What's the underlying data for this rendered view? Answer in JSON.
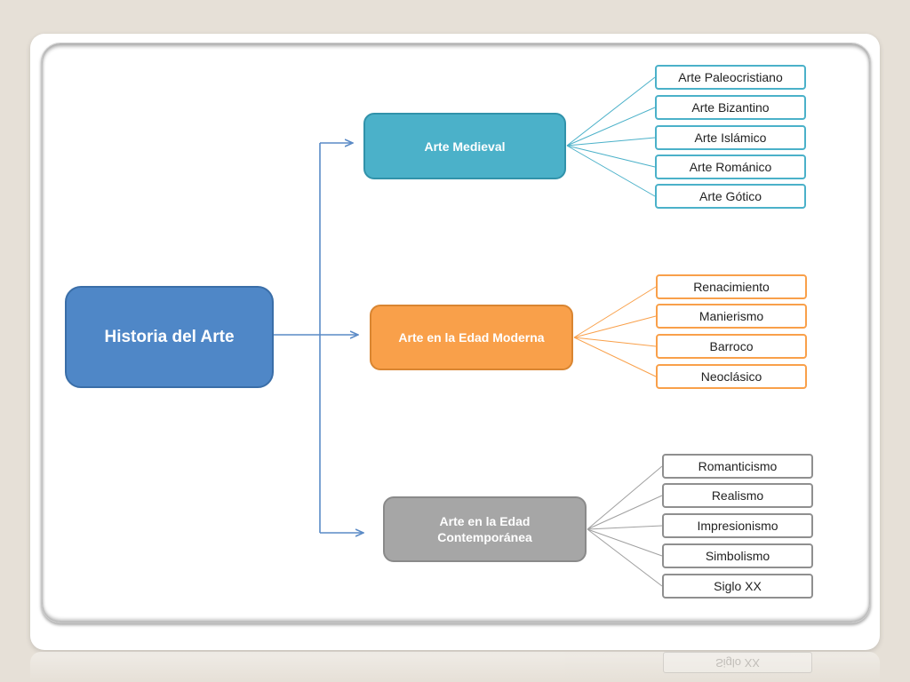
{
  "diagram": {
    "root": {
      "label": "Historia del Arte"
    },
    "branches": [
      {
        "label": "Arte Medieval",
        "color": "#4bb1c9",
        "items": [
          "Arte Paleocristiano",
          "Arte Bizantino",
          "Arte Islámico",
          "Arte Románico",
          "Arte Gótico"
        ]
      },
      {
        "label": "Arte en la Edad Moderna",
        "color": "#f9a04a",
        "items": [
          "Renacimiento",
          "Manierismo",
          "Barroco",
          "Neoclásico"
        ]
      },
      {
        "label": "Arte en la Edad Contemporánea",
        "color": "#a6a6a6",
        "items": [
          "Romanticismo",
          "Realismo",
          "Impresionismo",
          "Simbolismo",
          "Siglo XX"
        ]
      }
    ]
  },
  "colors": {
    "root": "#4f87c7",
    "connector": "#5a8ac6",
    "background": "#e6e0d7"
  }
}
